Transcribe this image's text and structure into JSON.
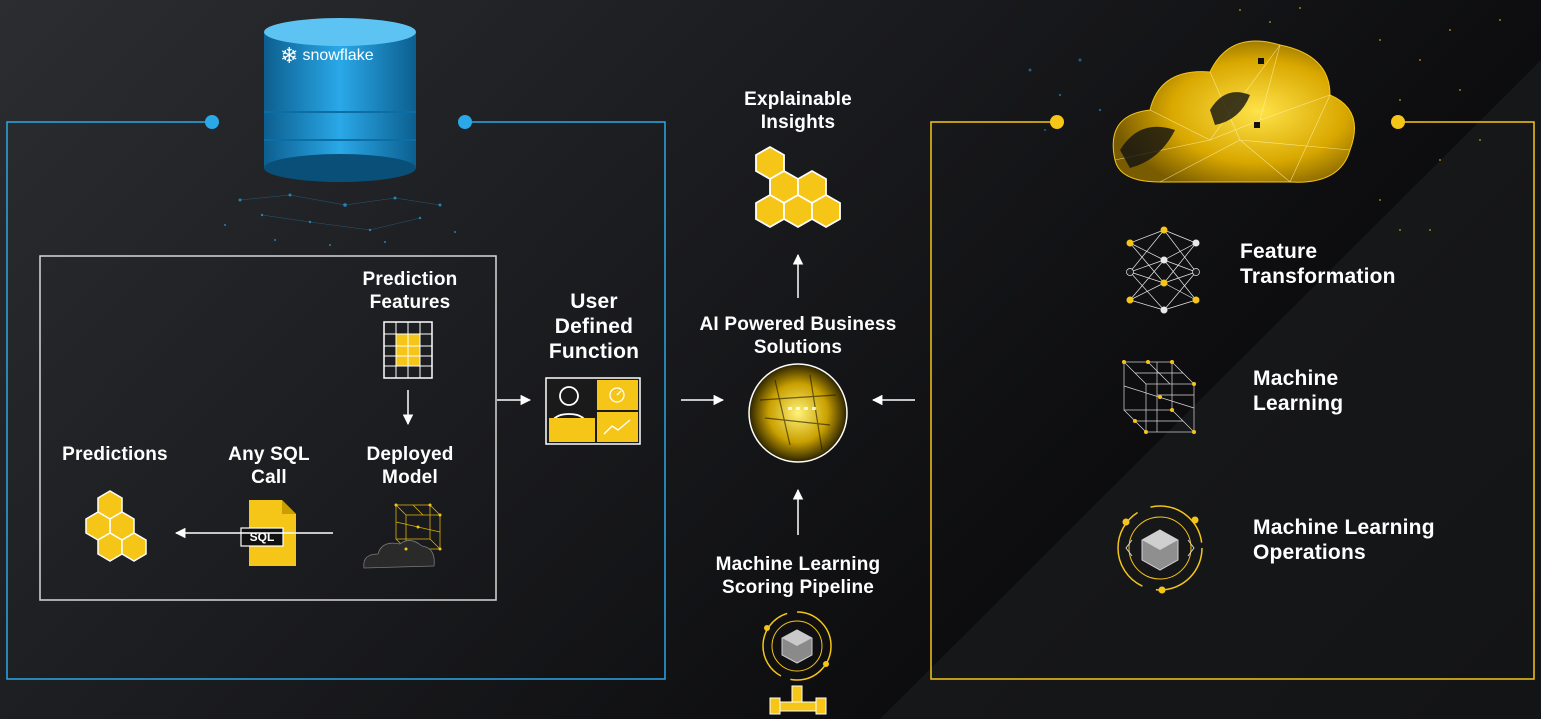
{
  "colors": {
    "blue": "#2aa8e8",
    "gold": "#f5c518",
    "white": "#ffffff",
    "background": "#1a1b1e"
  },
  "snowflake_logo": {
    "text": "snowflake"
  },
  "prediction_features": "Prediction\nFeatures",
  "deployed_model": "Deployed\nModel",
  "any_sql_call": "Any SQL\nCall",
  "predictions": "Predictions",
  "sql_badge": "SQL",
  "user_defined_function": "User\nDefined\nFunction",
  "ai_solutions": "AI Powered Business\nSolutions",
  "explainable_insights": "Explainable\nInsights",
  "ml_scoring_pipeline": "Machine Learning\nScoring Pipeline",
  "right_panel": {
    "items": [
      {
        "label": "Feature\nTransformation",
        "icon": "neural-network-icon"
      },
      {
        "label": "Machine\nLearning",
        "icon": "cube-wireframe-icon"
      },
      {
        "label": "Machine Learning\nOperations",
        "icon": "mlops-cube-icon"
      }
    ]
  }
}
